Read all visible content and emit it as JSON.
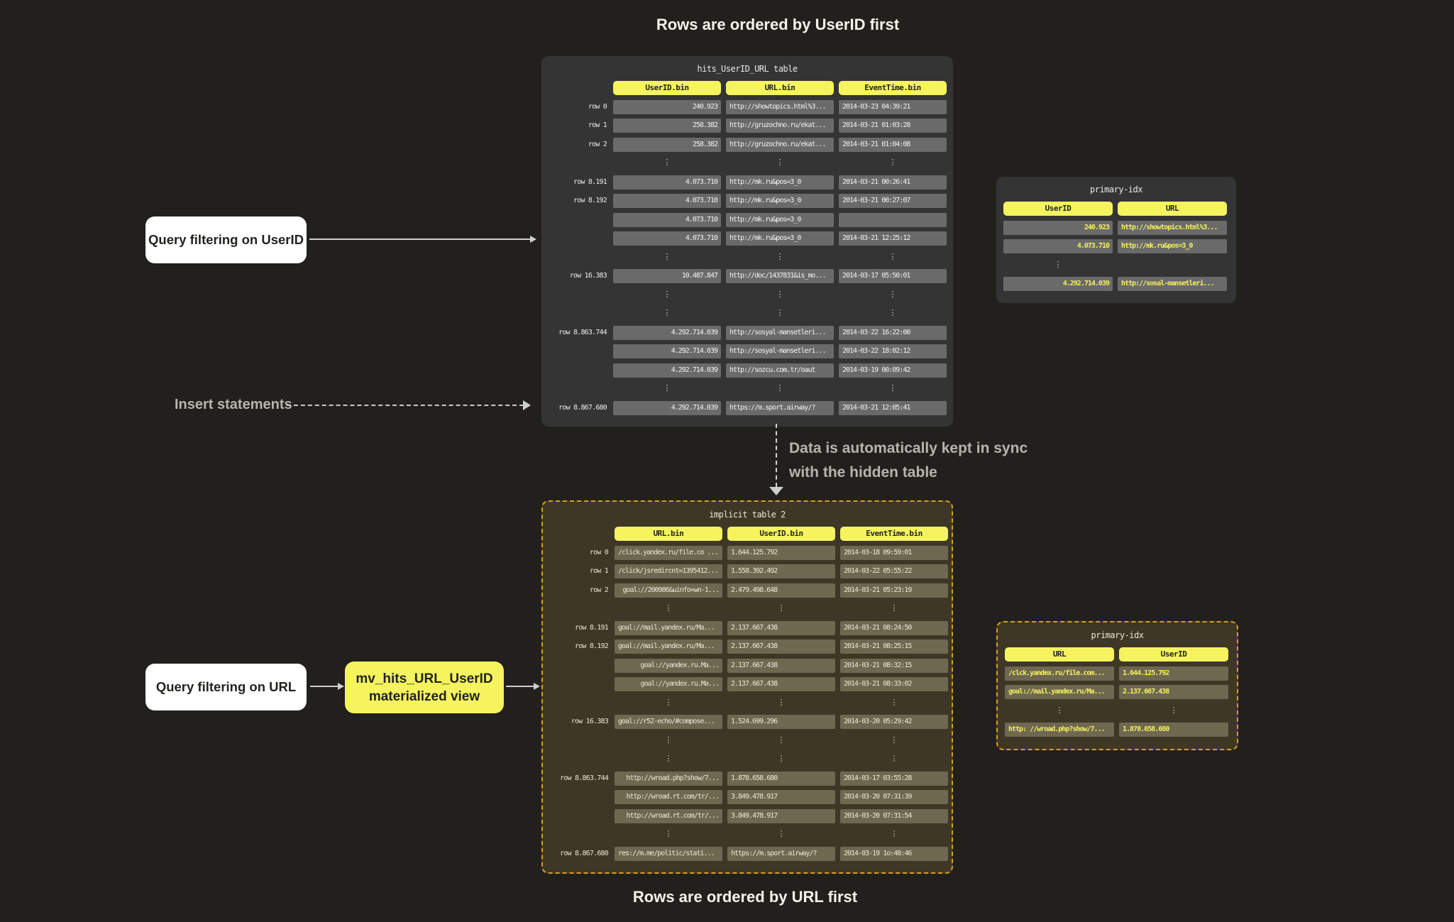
{
  "captions": {
    "top": "Rows are ordered by UserID first",
    "bottom": "Rows are ordered by URL first"
  },
  "annotations": {
    "query_userid": "Query filtering on UserID",
    "insert_statements": "Insert statements",
    "sync_line1": "Data is automatically kept in sync",
    "sync_line2": "with the hidden table",
    "query_url": "Query filtering on URL",
    "mv_view_line1": "mv_hits_URL_UserID",
    "mv_view_line2": "materialized view"
  },
  "colors": {
    "background": "#21201d",
    "panel_dark": "#343434",
    "panel_olive": "#3f3726",
    "dashed_border": "#d99e1e",
    "header_yellow": "#f5f45f",
    "cell_gray": "#6a6a6a",
    "cell_olive": "#6e6851",
    "idx_value_yellow": "#f4f05c",
    "arrow_gray": "#cfcfcf",
    "label_gray": "#b6b4ae"
  },
  "tables": {
    "hits": {
      "title": "hits_UserID_URL table",
      "label_col": true,
      "columns": [
        {
          "label": "UserID.bin",
          "align": "right"
        },
        {
          "label": "URL.bin",
          "align": "left"
        },
        {
          "label": "EventTime.bin",
          "align": "left"
        }
      ],
      "rows": [
        {
          "label": "row 0",
          "cells": [
            "240.923",
            "http://showtopics.html%3...",
            "2014-03-23 04:39:21"
          ]
        },
        {
          "label": "row 1",
          "cells": [
            "258.382",
            "http://gruzochno.ru/ekat...",
            "2014-03-21 01:03:28"
          ]
        },
        {
          "label": "row 2",
          "cells": [
            "258.382",
            "http://gruzochno.ru/ekat...",
            "2014-03-21 01:04:08"
          ]
        },
        {
          "sep": [
            0,
            1,
            2
          ]
        },
        {
          "label": "row 8.191",
          "cells": [
            "4.073.710",
            "http://mk.ru&pos=3_0",
            "2014-03-21 00:26:41"
          ]
        },
        {
          "label": "row 8.192",
          "cells": [
            "4.073.710",
            "http://mk.ru&pos=3_0",
            "2014-03-21 00:27:07"
          ]
        },
        {
          "label": "",
          "cells": [
            "4.073.710",
            "http://mk.ru&pos=3_0",
            ""
          ]
        },
        {
          "label": "",
          "cells": [
            "4.073.710",
            "http://mk.ru&pos=3_0",
            "2014-03-21 12:25:12"
          ]
        },
        {
          "sep": [
            0,
            1,
            2
          ]
        },
        {
          "label": "row 16.383",
          "cells": [
            "10.487.847",
            "http://doc/1437831&is_mo...",
            "2014-03-17 05:50:01"
          ]
        },
        {
          "sep": [
            0,
            1,
            2
          ]
        },
        {
          "sep": [
            0,
            1,
            2
          ]
        },
        {
          "label": "row 8.863.744",
          "cells": [
            "4.292.714.039",
            "http://sosyal-mansetleri...",
            "2014-03-22 16:22:00"
          ]
        },
        {
          "label": "",
          "cells": [
            "4.292.714.039",
            "http://sosyal-mansetleri...",
            "2014-03-22 18:02:12"
          ]
        },
        {
          "label": "",
          "cells": [
            "4.292.714.039",
            "http://sozcu.com.tr/oaut",
            "2014-03-19 00:09:42"
          ]
        },
        {
          "sep": [
            0,
            1,
            2
          ]
        },
        {
          "label": "row 8.867.680",
          "cells": [
            "4.292.714.039",
            "https://m.sport.airway/?",
            "2014-03-21 12:05:41"
          ]
        }
      ]
    },
    "implicit": {
      "title": "implicit table 2",
      "label_col": true,
      "columns": [
        {
          "label": "URL.bin",
          "align": "left"
        },
        {
          "label": "UserID.bin",
          "align": "left"
        },
        {
          "label": "EventTime.bin",
          "align": "left"
        }
      ],
      "rows": [
        {
          "label": "row 0",
          "cells": [
            "/click.yandex.ru/file.co ...",
            "1.644.125.792",
            "2014-03-18 09:59:01"
          ]
        },
        {
          "label": "row 1",
          "cells": [
            "/click/jsredircnt=1395412...",
            "1.558.392.492",
            "2014-03-22 05:55:22"
          ]
        },
        {
          "label": "row 2",
          "cells": [
            {
              "t": "goal://200986&uinfo=wn-1...",
              "a": "r"
            },
            "2.479.498.648",
            "2014-03-21 05:23:19"
          ]
        },
        {
          "sep": [
            0,
            1,
            2
          ]
        },
        {
          "label": "row 8.191",
          "cells": [
            "goal://mail.yandex.ru/Ma...",
            "2.137.667.438",
            "2014-03-21 08:24:50"
          ]
        },
        {
          "label": "row 8.192",
          "cells": [
            "goal://mail.yandex.ru/Ma...",
            "2.137.667.438",
            "2014-03-21 08:25:15"
          ]
        },
        {
          "label": "",
          "cells": [
            {
              "t": "goal://yandex.ru.Ma...",
              "a": "r"
            },
            "2.137.667.438",
            "2014-03-21 08:32:15"
          ]
        },
        {
          "label": "",
          "cells": [
            {
              "t": "goal://yandex.ru.Ma...",
              "a": "r"
            },
            "2.137.667.438",
            "2014-03-21 08:33:02"
          ]
        },
        {
          "sep": [
            0,
            1,
            2
          ]
        },
        {
          "label": "row 16.383",
          "cells": [
            "goal://r52-echo/#compose...",
            "1.524.699.296",
            "2014-03-20 05:29:42"
          ]
        },
        {
          "sep": [
            0,
            1,
            2
          ]
        },
        {
          "sep": [
            0,
            1,
            2
          ]
        },
        {
          "label": "row 8.863.744",
          "cells": [
            {
              "t": "http://wroad.php?show/7...",
              "a": "r"
            },
            "1.878.658.680",
            "2014-03-17 03:55:28"
          ]
        },
        {
          "label": "",
          "cells": [
            {
              "t": "http://wroad.rt.com/tr/...",
              "a": "r"
            },
            "3.849.478.917",
            "2014-03-20 07:31:39"
          ]
        },
        {
          "label": "",
          "cells": [
            {
              "t": "http://wroad.rt.com/tr/...",
              "a": "r"
            },
            "3.849.478.917",
            "2014-03-20 07:31:54"
          ]
        },
        {
          "sep": [
            0,
            1,
            2
          ]
        },
        {
          "label": "row 8.867.680",
          "cells": [
            "res://m.me/politic/stati...",
            "https://m.sport.airway/?",
            "2014-03-19 1o:48:46"
          ]
        }
      ]
    },
    "idx_top": {
      "title": "primary-idx",
      "label_col": false,
      "columns": [
        {
          "label": "UserID",
          "align": "right"
        },
        {
          "label": "URL",
          "align": "left"
        }
      ],
      "rows": [
        {
          "cells": [
            "240.923",
            "http://showtopics.html%3..."
          ]
        },
        {
          "cells": [
            "4.073.710",
            "http://mk.ru&pos=3_0"
          ]
        },
        {
          "sep": [
            0
          ]
        },
        {
          "cells": [
            "4.292.714.039",
            "http://sosal-mansetleri..."
          ]
        }
      ]
    },
    "idx_bottom": {
      "title": "primary-idx",
      "label_col": false,
      "columns": [
        {
          "label": "URL",
          "align": "left"
        },
        {
          "label": "UserID",
          "align": "left"
        }
      ],
      "rows": [
        {
          "cells": [
            "/clck.yandex.ru/file.com...",
            "1.644.125.792"
          ]
        },
        {
          "cells": [
            "goal://mail.yandex.ru/Ma...",
            "2.137.667.438"
          ]
        },
        {
          "sep": [
            0,
            1
          ]
        },
        {
          "cells": [
            "http: //wroad.php?show/7...",
            "1.878.658.680"
          ]
        }
      ]
    }
  }
}
